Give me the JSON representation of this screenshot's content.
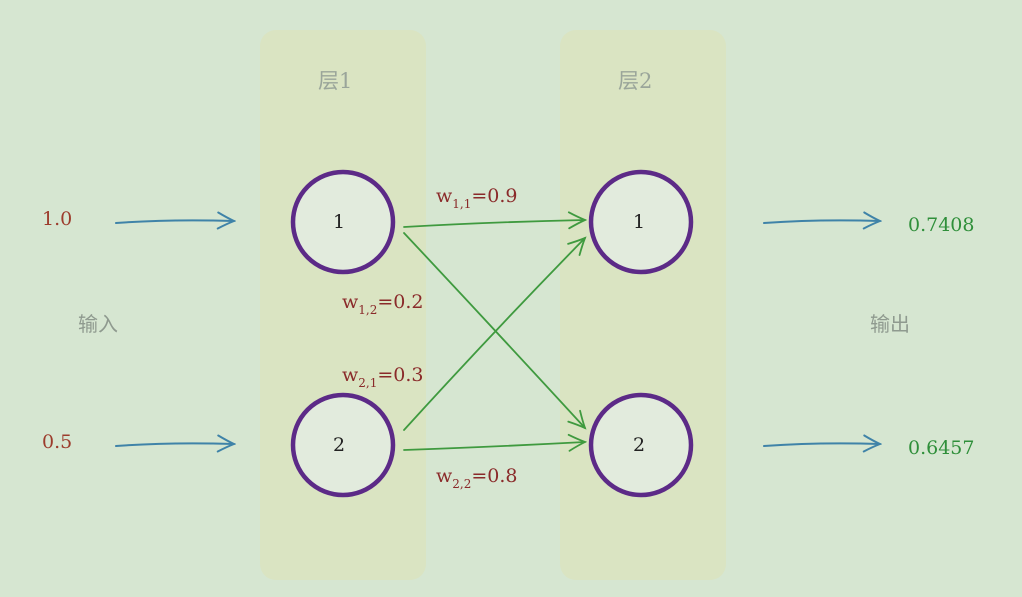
{
  "layers": [
    {
      "title": "层1",
      "nodes": [
        "1",
        "2"
      ]
    },
    {
      "title": "层2",
      "nodes": [
        "1",
        "2"
      ]
    }
  ],
  "inputs": {
    "label": "输入",
    "values": [
      "1.0",
      "0.5"
    ]
  },
  "outputs": {
    "label": "输出",
    "values": [
      "0.7408",
      "0.6457"
    ]
  },
  "weights": {
    "w11": {
      "symbol": "w",
      "sub": "1,1",
      "value": "=0.9"
    },
    "w12": {
      "symbol": "w",
      "sub": "1,2",
      "value": "=0.2"
    },
    "w21": {
      "symbol": "w",
      "sub": "2,1",
      "value": "=0.3"
    },
    "w22": {
      "symbol": "w",
      "sub": "2,2",
      "value": "=0.8"
    }
  },
  "colors": {
    "background": "#d6e6d1",
    "layer_panel": "#dae4c2",
    "node_stroke": "#5c2a87",
    "input_text": "#9c3c2c",
    "output_text": "#2f8f3a",
    "weight_text": "#8a2a2a",
    "input_arrow": "#3f83a8",
    "weight_arrow": "#3f9a3f"
  }
}
